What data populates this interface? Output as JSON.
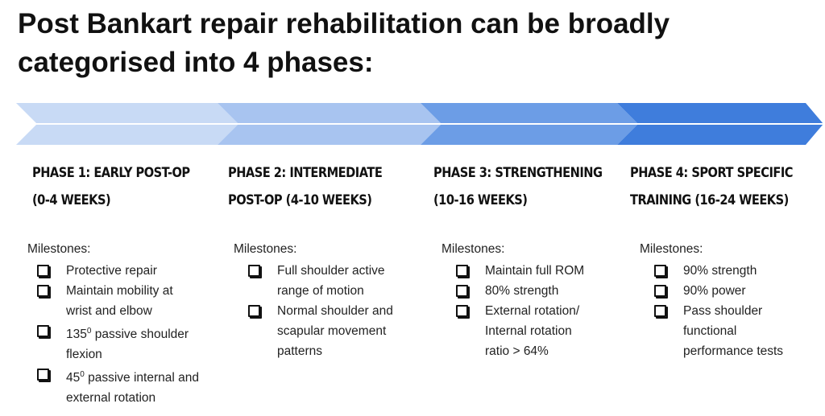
{
  "title": "Post Bankart repair rehabilitation can be broadly categorised into 4 phases:",
  "colors": {
    "arrow_1": "#c8daf5",
    "arrow_2": "#a8c4f0",
    "arrow_3": "#6c9de6",
    "arrow_4": "#3f7ddc"
  },
  "phases": [
    {
      "heading_line1": "PHASE 1: EARLY POST-OP",
      "heading_line2": "(0-4 WEEKS)",
      "milestones_label": "Milestones:",
      "milestones": [
        {
          "lines": [
            "Protective repair"
          ]
        },
        {
          "lines": [
            "Maintain mobility at",
            "wrist and elbow"
          ]
        },
        {
          "pre": "135",
          "sup": "0",
          "post": " passive shoulder",
          "line2": "flexion"
        },
        {
          "pre": "45",
          "sup": "0",
          "post": " passive internal and",
          "line2": "external rotation"
        }
      ]
    },
    {
      "heading_line1": "PHASE 2: INTERMEDIATE",
      "heading_line2": "POST-OP (4-10 WEEKS)",
      "milestones_label": "Milestones:",
      "milestones": [
        {
          "lines": [
            "Full shoulder active",
            "range of motion"
          ]
        },
        {
          "lines": [
            "Normal shoulder and",
            "scapular movement",
            "patterns"
          ]
        }
      ]
    },
    {
      "heading_line1": "PHASE 3: STRENGTHENING",
      "heading_line2": "(10-16 WEEKS)",
      "milestones_label": "Milestones:",
      "milestones": [
        {
          "lines": [
            "Maintain full ROM"
          ]
        },
        {
          "lines": [
            "80% strength"
          ]
        },
        {
          "lines": [
            "External rotation/",
            "Internal rotation",
            "ratio > 64%"
          ]
        }
      ]
    },
    {
      "heading_line1": "PHASE 4: SPORT SPECIFIC",
      "heading_line2": "TRAINING (16-24 WEEKS)",
      "milestones_label": "Milestones:",
      "milestones": [
        {
          "lines": [
            "90% strength"
          ]
        },
        {
          "lines": [
            "90% power"
          ]
        },
        {
          "lines": [
            "Pass shoulder",
            "functional",
            "performance tests"
          ]
        }
      ]
    }
  ]
}
